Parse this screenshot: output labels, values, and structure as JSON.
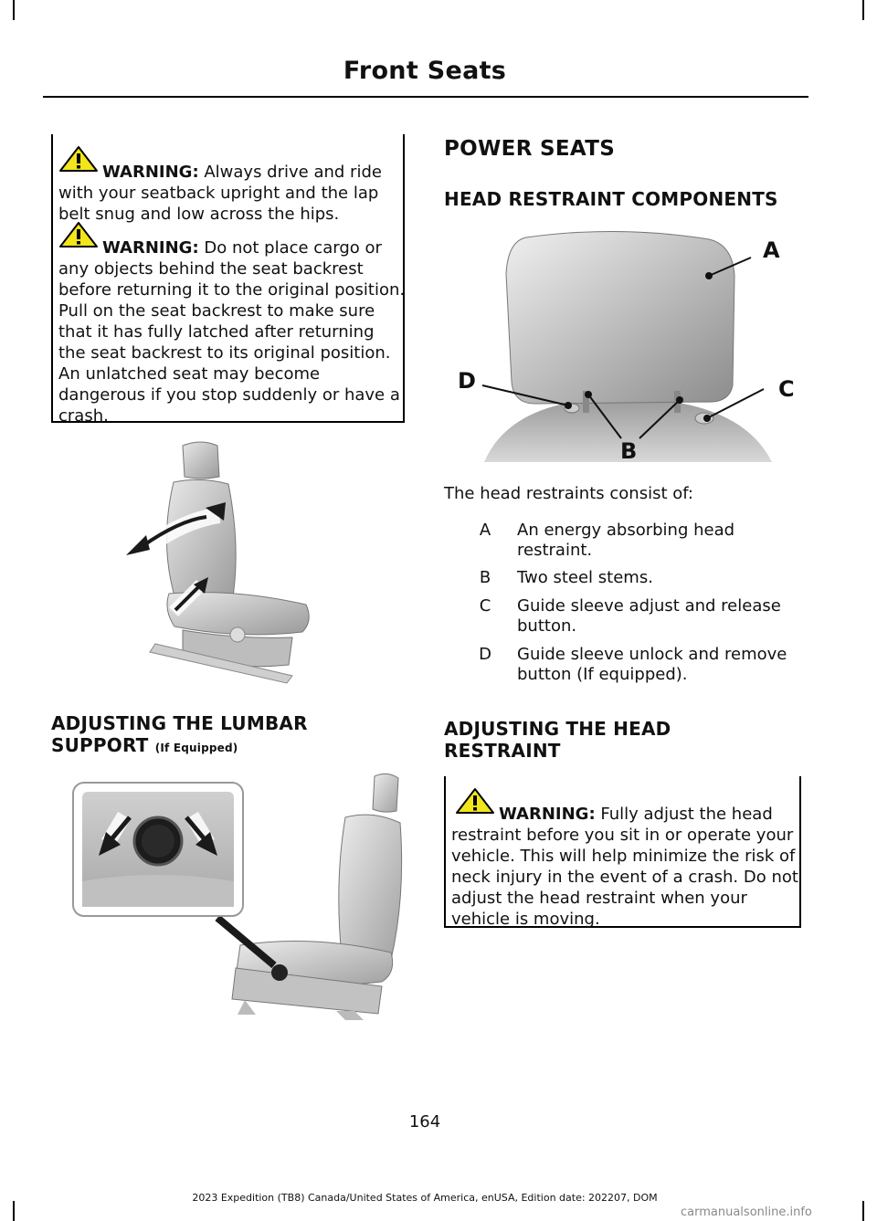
{
  "page": {
    "title": "Front Seats",
    "page_number": "164",
    "footer": "2023 Expedition (TB8) Canada/United States of America, enUSA, Edition date: 202207, DOM",
    "watermark": "carmanualsonline.info"
  },
  "left": {
    "warning1": {
      "label": "WARNING:",
      "text": " Always drive and ride with your seatback upright and the lap belt snug and low across the hips."
    },
    "warning2": {
      "label": "WARNING:",
      "text": " Do not place cargo or any objects behind the seat backrest before returning it to the original position. Pull on the seat backrest to make sure that it has fully latched after returning the seat backrest to its original position. An unlatched seat may become dangerous if you stop suddenly or have a crash."
    },
    "lumbar_heading_line1": "ADJUSTING THE LUMBAR",
    "lumbar_heading_line2": "SUPPORT",
    "lumbar_heading_suffix": "(If Equipped)"
  },
  "right": {
    "power_seats_heading": "POWER SEATS",
    "head_restraint_components_heading": "HEAD RESTRAINT COMPONENTS",
    "callouts": {
      "a": "A",
      "b": "B",
      "c": "C",
      "d": "D"
    },
    "intro": "The head restraints consist of:",
    "components": [
      {
        "key": "A",
        "text": "An energy absorbing head restraint."
      },
      {
        "key": "B",
        "text": "Two steel stems."
      },
      {
        "key": "C",
        "text": "Guide sleeve adjust and release button."
      },
      {
        "key": "D",
        "text": "Guide sleeve unlock and remove button (If equipped)."
      }
    ],
    "adjust_heading_line1": "ADJUSTING THE HEAD",
    "adjust_heading_line2": "RESTRAINT",
    "warning3": {
      "label": "WARNING:",
      "text": " Fully adjust the head restraint before you sit in or operate your vehicle. This will help minimize the risk of neck injury in the event of a crash. Do not adjust the head restraint when your vehicle is moving."
    }
  },
  "colors": {
    "warning_yellow": "#f2e51c",
    "seat_gray": "#c8c8c8",
    "dark_arrow": "#1a1a1a"
  }
}
